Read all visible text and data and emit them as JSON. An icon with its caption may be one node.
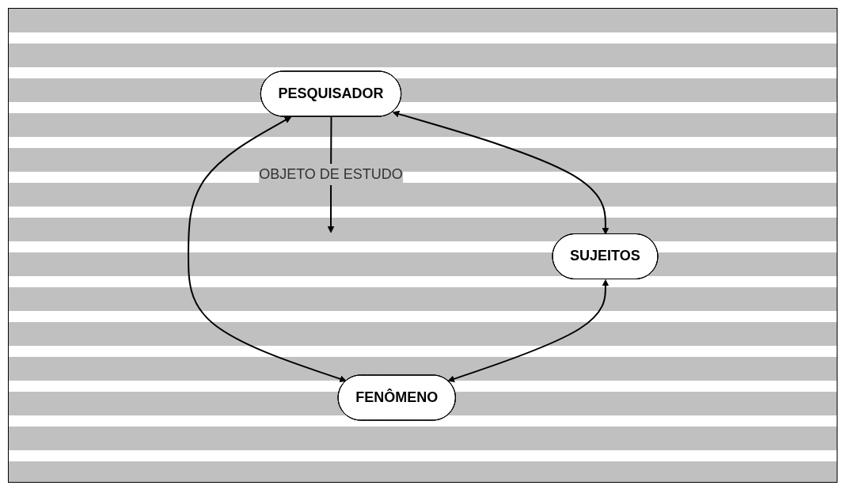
{
  "diagram": {
    "nodes": [
      {
        "text": [
          "PESQUISADOR"
        ]
      },
      {
        "text": [
          "SUJEITOS"
        ]
      },
      {
        "text": [
          "FENÔMENO"
        ]
      }
    ],
    "edges": [
      {
        "from": 0,
        "to": 1,
        "arrow": "both"
      },
      {
        "from": 0,
        "to": 2,
        "arrow": "both"
      },
      {
        "from": 0,
        "to": null,
        "arrow": "to",
        "label": "OBJETO DE ESTUDO"
      },
      {
        "from": 1,
        "to": 2,
        "arrow": "both"
      }
    ]
  }
}
